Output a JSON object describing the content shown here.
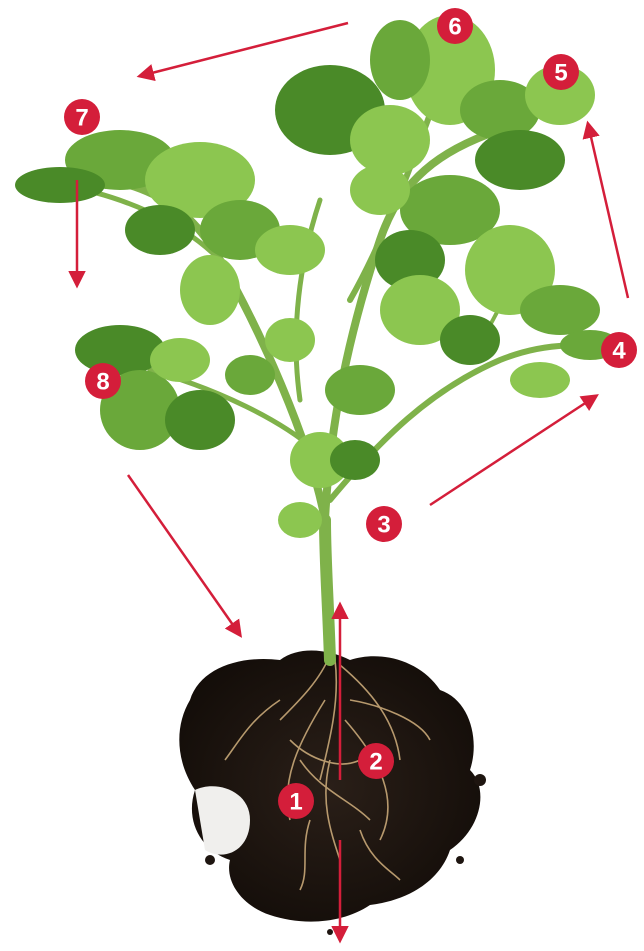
{
  "colors": {
    "background": "#ffffff",
    "arrow": "#d41e3a",
    "badge": "#d41e3a",
    "badge_text": "#ffffff",
    "leaf_light": "#8cc650",
    "leaf_mid": "#6aa83a",
    "leaf_dark": "#4a8a28",
    "stem": "#7fb24a",
    "soil": "#1e1510",
    "root": "#c8a878"
  },
  "markers": [
    {
      "label": "1"
    },
    {
      "label": "2"
    },
    {
      "label": "3"
    },
    {
      "label": "4"
    },
    {
      "label": "5"
    },
    {
      "label": "6"
    },
    {
      "label": "7"
    },
    {
      "label": "8"
    }
  ]
}
